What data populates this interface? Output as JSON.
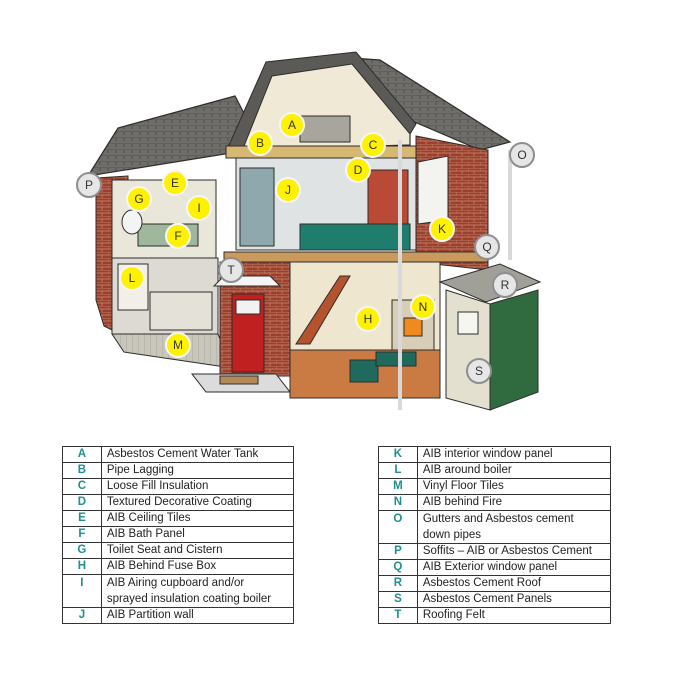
{
  "markers": [
    {
      "letter": "A",
      "color": "yellow"
    },
    {
      "letter": "B",
      "color": "yellow"
    },
    {
      "letter": "C",
      "color": "yellow"
    },
    {
      "letter": "D",
      "color": "yellow"
    },
    {
      "letter": "E",
      "color": "yellow"
    },
    {
      "letter": "F",
      "color": "yellow"
    },
    {
      "letter": "G",
      "color": "yellow"
    },
    {
      "letter": "H",
      "color": "yellow"
    },
    {
      "letter": "I",
      "color": "yellow"
    },
    {
      "letter": "J",
      "color": "yellow"
    },
    {
      "letter": "K",
      "color": "yellow"
    },
    {
      "letter": "L",
      "color": "yellow"
    },
    {
      "letter": "M",
      "color": "yellow"
    },
    {
      "letter": "N",
      "color": "yellow"
    },
    {
      "letter": "O",
      "color": "grey"
    },
    {
      "letter": "P",
      "color": "grey"
    },
    {
      "letter": "Q",
      "color": "grey"
    },
    {
      "letter": "R",
      "color": "grey"
    },
    {
      "letter": "S",
      "color": "grey"
    },
    {
      "letter": "T",
      "color": "grey"
    }
  ],
  "colors": {
    "marker_yellow": "#fff200",
    "marker_grey": "#e6e6e6",
    "key_teal": "#1f8f8f",
    "brick": "#a0432f",
    "door": "#c0201f"
  },
  "legend_left": [
    {
      "key": "A",
      "label": "Asbestos Cement Water Tank"
    },
    {
      "key": "B",
      "label": "Pipe Lagging"
    },
    {
      "key": "C",
      "label": "Loose Fill Insulation"
    },
    {
      "key": "D",
      "label": "Textured Decorative Coating"
    },
    {
      "key": "E",
      "label": "AIB Ceiling Tiles"
    },
    {
      "key": "F",
      "label": "AIB Bath Panel"
    },
    {
      "key": "G",
      "label": "Toilet Seat and Cistern"
    },
    {
      "key": "H",
      "label": "AIB Behind Fuse Box"
    },
    {
      "key": "I",
      "label_1": "AIB Airing cupboard and/or",
      "label_2": "sprayed insulation coating boiler"
    },
    {
      "key": "J",
      "label": "AIB Partition wall"
    }
  ],
  "legend_right": [
    {
      "key": "K",
      "label": "AIB interior window panel"
    },
    {
      "key": "L",
      "label": "AIB around boiler"
    },
    {
      "key": "M",
      "label": "Vinyl Floor Tiles"
    },
    {
      "key": "N",
      "label": "AIB behind Fire"
    },
    {
      "key": "O",
      "label_1": "Gutters and Asbestos cement",
      "label_2": "down pipes"
    },
    {
      "key": "P",
      "label": "Soffits – AIB or Asbestos Cement"
    },
    {
      "key": "Q",
      "label": "AIB Exterior window panel"
    },
    {
      "key": "R",
      "label": "Asbestos Cement Roof"
    },
    {
      "key": "S",
      "label": "Asbestos Cement Panels"
    },
    {
      "key": "T",
      "label": "Roofing Felt"
    }
  ]
}
